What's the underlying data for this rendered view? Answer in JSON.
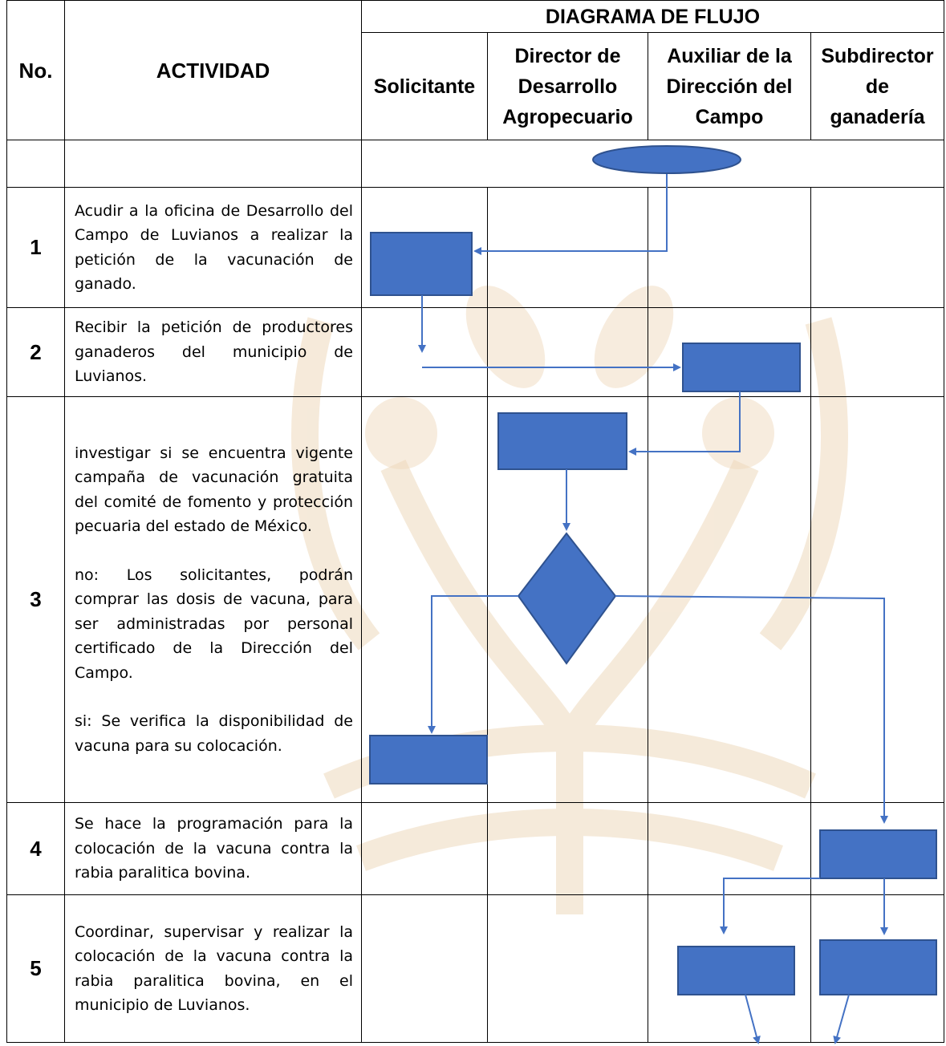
{
  "header": {
    "no": "No.",
    "actividad": "ACTIVIDAD",
    "diagrama": "DIAGRAMA DE FLUJO",
    "roles": {
      "solicitante": "Solicitante",
      "director": [
        "Director de",
        "Desarrollo",
        "Agropecuario"
      ],
      "auxiliar": [
        "Auxiliar de la",
        "Dirección del",
        "Campo"
      ],
      "subdirector": [
        "Subdirector",
        "de",
        "ganadería"
      ]
    }
  },
  "rows": [
    {
      "no": "1",
      "text": "Acudir a la oficina de Desarrollo del Campo de Luvianos a realizar la petición de la vacunación de ganado."
    },
    {
      "no": "2",
      "text": "Recibir la petición de productores ganaderos del municipio de Luvianos."
    },
    {
      "no": "3",
      "text": "investigar si se encuentra vigente campaña de vacunación gratuita del comité de fomento y protección pecuaria del estado de México.",
      "text_no": "no: Los solicitantes, podrán comprar las dosis de vacuna, para ser administradas por personal certificado de la Dirección del Campo.",
      "text_si": "si: Se verifica la disponibilidad de vacuna para su colocación."
    },
    {
      "no": "4",
      "text": "Se hace la programación para la colocación de la vacuna contra la rabia paralitica bovina."
    },
    {
      "no": "5",
      "text": "Coordinar, supervisar y realizar la colocación de la vacuna contra la rabia paralitica bovina, en el municipio de Luvianos."
    }
  ],
  "colors": {
    "shape_fill": "#4472C4",
    "shape_stroke": "#2F528F",
    "connector": "#4472C4",
    "watermark": "#E7CBA6"
  }
}
